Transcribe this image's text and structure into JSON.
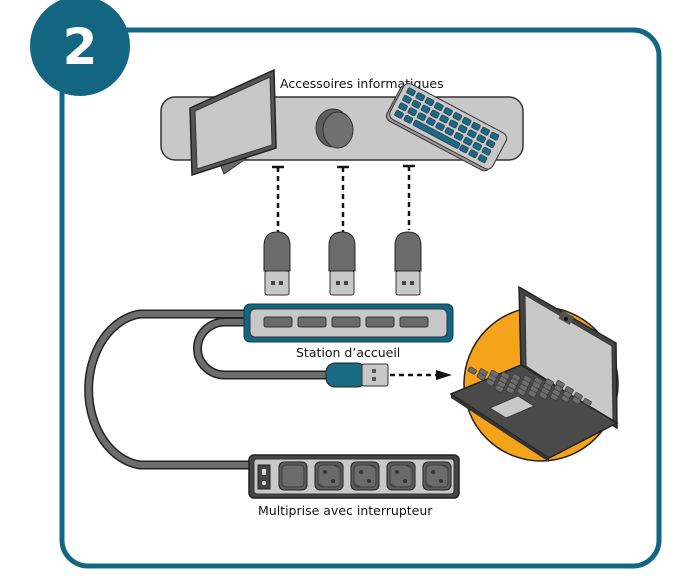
{
  "step": {
    "number": "2"
  },
  "labels": {
    "accessories": "Accessoires informatiques",
    "docking_station": "Station d’accueil",
    "power_strip": "Multiprise avec interrupteur"
  },
  "colors": {
    "frame": "#136681",
    "orange": "#f5a31a",
    "panel_gray": "#c8c8c8",
    "device_dark": "#6b6b6b",
    "key_blue": "#1a6a83",
    "cable": "#6d6d6d"
  },
  "devices": {
    "accessories": [
      "monitor-icon",
      "mouse-icon",
      "keyboard-icon"
    ],
    "usb_plugs_count": 3,
    "hub_ports_count": 5,
    "outlets_count": 5
  }
}
